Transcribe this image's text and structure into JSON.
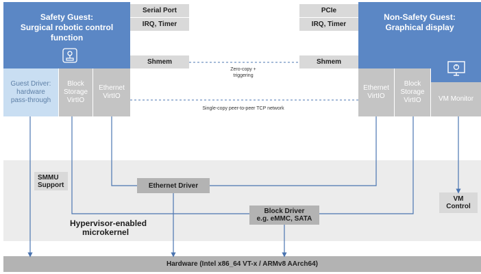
{
  "safety_guest": {
    "title_line1": "Safety Guest:",
    "title_line2": "Surgical robotic control",
    "title_line3": "function",
    "icon": "joystick-icon"
  },
  "non_safety_guest": {
    "title_line1": "Non-Safety Guest:",
    "title_line2": "Graphical display",
    "icon": "monitor-icon"
  },
  "left_labels": {
    "serial_port": "Serial Port",
    "irq_timer": "IRQ, Timer",
    "shmem": "Shmem"
  },
  "right_labels": {
    "pcie": "PCIe",
    "irq_timer": "IRQ, Timer",
    "shmem": "Shmem"
  },
  "left_drivers": {
    "guest_driver_line1": "Guest Driver:",
    "guest_driver_line2": "hardware",
    "guest_driver_line3": "pass-through",
    "block_line1": "Block",
    "block_line2": "Storage",
    "block_line3": "VirtIO",
    "ethernet_line1": "Ethernet",
    "ethernet_line2": "VirtIO"
  },
  "right_drivers": {
    "ethernet_line1": "Ethernet",
    "ethernet_line2": "VirtIO",
    "block_line1": "Block",
    "block_line2": "Storage",
    "block_line3": "VirtIO",
    "vm_monitor": "VM Monitor"
  },
  "notes": {
    "zero_copy_line1": "Zero-copy +",
    "zero_copy_line2": "triggering",
    "single_copy": "Single-copy peer-to-peer TCP network"
  },
  "kernel": {
    "smmu_line1": "SMMU",
    "smmu_line2": "Support",
    "ethernet_driver": "Ethernet Driver",
    "block_driver_line1": "Block Driver",
    "block_driver_line2": "e.g. eMMC, SATA",
    "vm_control_line1": "VM",
    "vm_control_line2": "Control",
    "title_line1": "Hypervisor-enabled",
    "title_line2": "microkernel"
  },
  "hardware": {
    "label": "Hardware (Intel x86_64 VT-x / ARMv8 AArch64)"
  },
  "colors": {
    "guest_blue": "#5b87c5",
    "driver_lightblue": "#c9def2",
    "virtio_gray": "#c4c4c4",
    "kernel_band": "#ececec",
    "hardware_gray": "#b3b3b3",
    "line_blue": "#4a74b0"
  }
}
